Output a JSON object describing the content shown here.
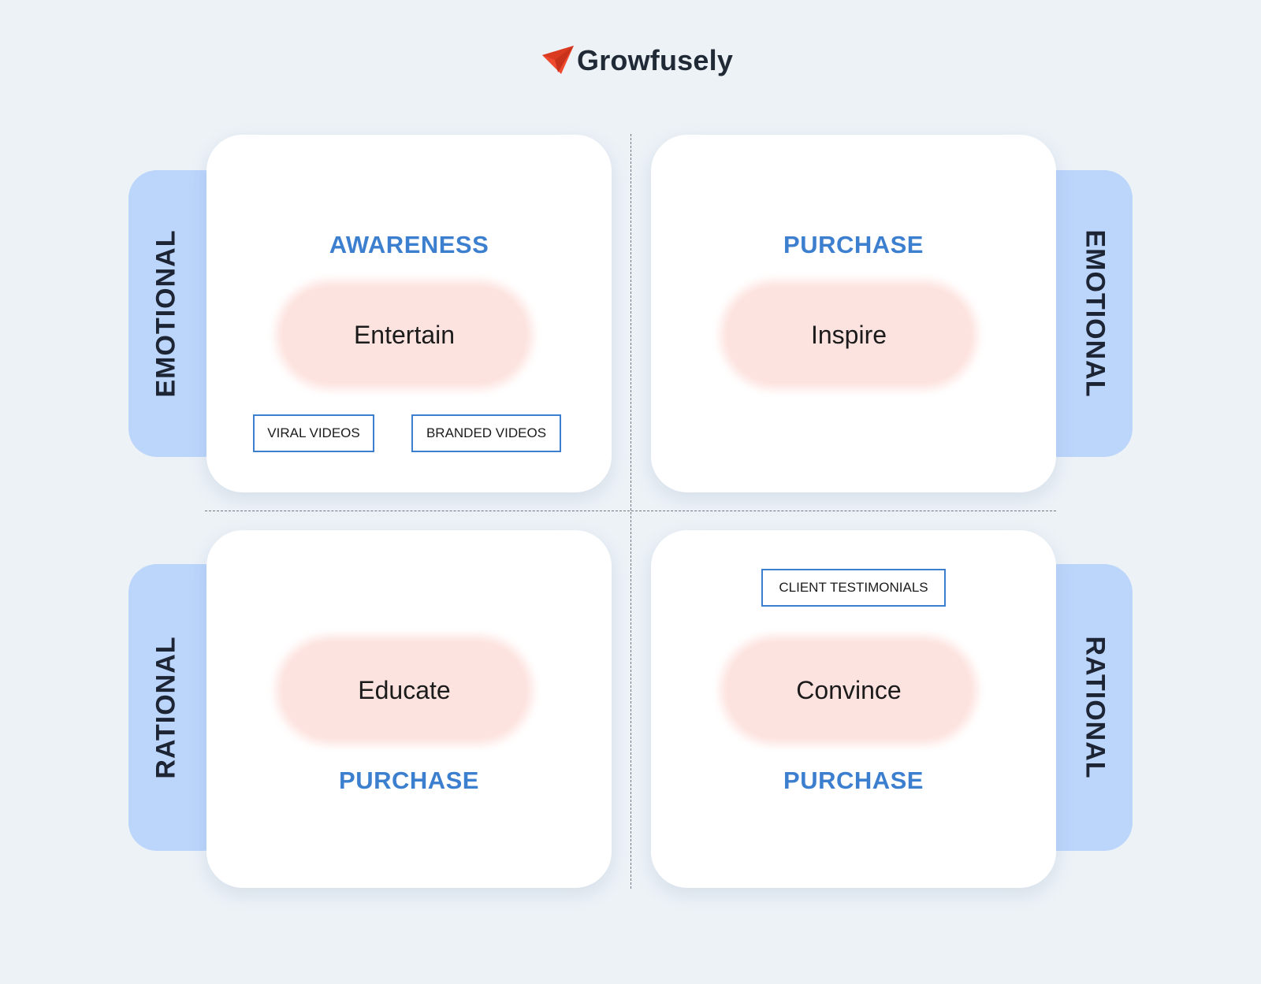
{
  "logo": {
    "name": "Growfusely",
    "icon": "paper-plane-icon",
    "icon_color": "#f04a2e"
  },
  "quadrants": {
    "top_left": {
      "side_label": "EMOTIONAL",
      "heading": "AWARENESS",
      "action": "Entertain",
      "tags": [
        "VIRAL VIDEOS",
        "BRANDED VIDEOS"
      ]
    },
    "top_right": {
      "side_label": "EMOTIONAL",
      "heading": "PURCHASE",
      "action": "Inspire"
    },
    "bottom_left": {
      "side_label": "RATIONAL",
      "heading": "PURCHASE",
      "action": "Educate"
    },
    "bottom_right": {
      "side_label": "RATIONAL",
      "heading": "PURCHASE",
      "action": "Convince",
      "tags": [
        "CLIENT TESTIMONIALS"
      ]
    }
  },
  "colors": {
    "background": "#edf2f7",
    "tab": "#bcd5fb",
    "heading": "#3d7fcf",
    "blob": "#fde3df",
    "tag_border": "#3d7fcf"
  }
}
